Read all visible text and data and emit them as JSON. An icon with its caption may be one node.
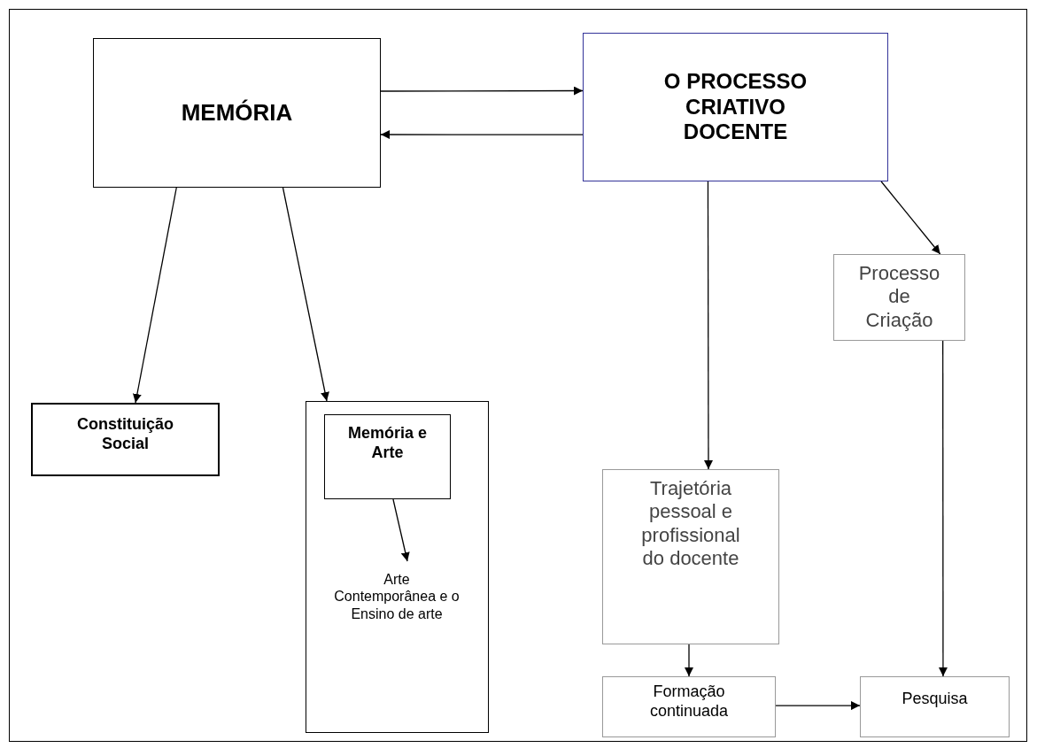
{
  "diagram": {
    "nodes": [
      {
        "text": [
          "MEMÓRIA"
        ]
      },
      {
        "text": [
          "O PROCESSO CRIATIVO DOCENTE"
        ]
      },
      {
        "text": [
          "Constituição Social"
        ]
      },
      {
        "text": [],
        "shape": "box"
      },
      {
        "text": [
          "Memória e Arte"
        ],
        "in": 3
      },
      {
        "text": [
          "Arte Contemporânea e o Ensino de arte"
        ],
        "in": 3
      },
      {
        "text": [
          "Processo de Criação"
        ]
      },
      {
        "text": [
          "Trajetória pessoal e profissional do docente"
        ]
      },
      {
        "text": [
          "Formação continuada"
        ]
      },
      {
        "text": [
          "Pesquisa"
        ]
      }
    ],
    "edges": [
      {
        "from": 0,
        "to": 1,
        "arrow": "to"
      },
      {
        "from": 1,
        "to": 0,
        "arrow": "to"
      },
      {
        "from": 0,
        "to": 2,
        "arrow": "to"
      },
      {
        "from": 0,
        "to": 3,
        "arrow": "to"
      },
      {
        "from": 4,
        "to": 5,
        "arrow": "to"
      },
      {
        "from": 1,
        "to": 7,
        "arrow": "to"
      },
      {
        "from": 1,
        "to": 6,
        "arrow": "to"
      },
      {
        "from": 7,
        "to": 8,
        "arrow": "to"
      },
      {
        "from": 8,
        "to": 9,
        "arrow": "to"
      },
      {
        "from": 6,
        "to": 9,
        "arrow": "to"
      }
    ]
  }
}
